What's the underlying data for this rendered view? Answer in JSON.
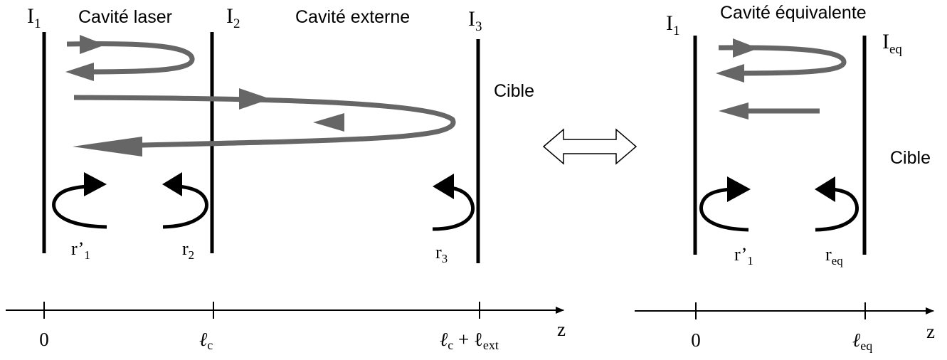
{
  "left_panel": {
    "interfaces": [
      {
        "main": "I",
        "sub": "1"
      },
      {
        "main": "I",
        "sub": "2"
      },
      {
        "main": "I",
        "sub": "3"
      }
    ],
    "cavity_laser_label": "Cavité laser",
    "cavity_external_label": "Cavité externe",
    "target_label": "Cible",
    "reflections": [
      {
        "main": "r’",
        "sub": "1"
      },
      {
        "main": "r",
        "sub": "2"
      },
      {
        "main": "r",
        "sub": "3"
      }
    ],
    "axis": {
      "ticks": [
        {
          "parts": [
            {
              "t": "0"
            }
          ]
        },
        {
          "parts": [
            {
              "t": "ℓ"
            },
            {
              "t": "c",
              "sub": true
            }
          ]
        },
        {
          "parts": [
            {
              "t": "ℓ"
            },
            {
              "t": "c",
              "sub": true
            },
            {
              "t": " + ℓ"
            },
            {
              "t": "ext",
              "sub": true
            }
          ]
        }
      ],
      "label": "z"
    }
  },
  "right_panel": {
    "interfaces": [
      {
        "main": "I",
        "sub": "1"
      },
      {
        "main": "I",
        "sub": "eq"
      }
    ],
    "cavity_equivalent_label": "Cavité équivalente",
    "target_label": "Cible",
    "reflections": [
      {
        "main": "r’",
        "sub": "1"
      },
      {
        "main": "r",
        "sub": "eq"
      }
    ],
    "axis": {
      "ticks": [
        {
          "parts": [
            {
              "t": "0"
            }
          ]
        },
        {
          "parts": [
            {
              "t": "ℓ"
            },
            {
              "t": "eq",
              "sub": true
            }
          ]
        }
      ],
      "label": "z"
    }
  },
  "colors": {
    "wall": "#000000",
    "beam": "#666666",
    "curl": "#000000"
  }
}
